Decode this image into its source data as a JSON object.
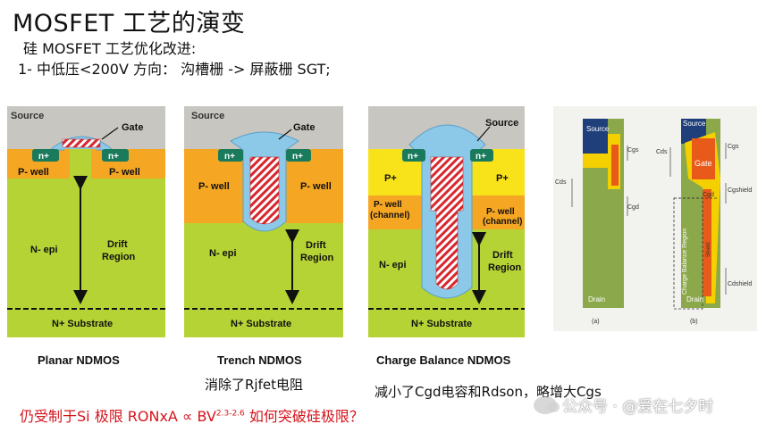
{
  "title": "MOSFET 工艺的演变",
  "subtitle_line1": "硅 MOSFET 工艺优化改进:",
  "subtitle_line2": "1-  中低压<200V 方向： 沟槽栅 -> 屏蔽栅 SGT;",
  "labels": {
    "source": "Source",
    "gate": "Gate",
    "n_plus": "n+",
    "p_well": "P- well",
    "p_plus": "P+",
    "p_well_channel_1": "P- well",
    "p_well_channel_2": "(channel)",
    "n_epi": "N- epi",
    "drift_1": "Drift",
    "drift_2": "Region",
    "substrate": "N+ Substrate"
  },
  "captions": {
    "planar": "Planar NDMOS",
    "trench": "Trench NDMOS",
    "charge": "Charge Balance NDMOS"
  },
  "notes": {
    "trench": "消除了Rjfet电阻",
    "charge": "减小了Cgd电容和Rdson，略增大Cgs"
  },
  "red_note": {
    "prefix": "仍受制于Si 极限 RONxA ∝ BV",
    "exponent": "2.3-2.6",
    "suffix": "  如何突破硅极限？"
  },
  "sgt_figure": {
    "source": "Source",
    "gate": "Gate",
    "drain": "Drain",
    "shield": "Shield",
    "region": "Charge Balance Region",
    "caps": [
      "Cgs",
      "Cds",
      "Cgd",
      "Cgs",
      "Cds",
      "Cgd",
      "Cgshield",
      "Cdshield"
    ],
    "sub_a": "(a)",
    "sub_b": "(b)"
  },
  "watermark": "公众号 · @爱在七夕时",
  "colors": {
    "source_gray": "#c8c6c0",
    "pwell_orange": "#f5a623",
    "pplus_yellow": "#f8e21a",
    "nepi_green": "#b5d334",
    "nplus_teal": "#1a7a5c",
    "oxide_blue": "#8cc8e8",
    "poly_red": "#d7282f",
    "red_text": "#d4141c"
  }
}
